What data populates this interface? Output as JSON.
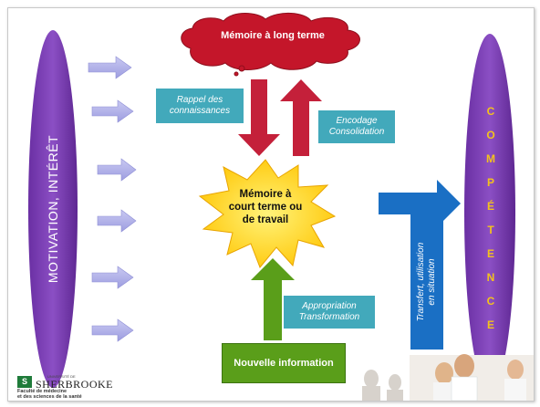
{
  "cloud": {
    "label": "Mémoire à long terme"
  },
  "star": {
    "line1": "Mémoire à",
    "line2": "court terme ou",
    "line3": "de travail"
  },
  "rappel": {
    "line1": "Rappel des",
    "line2": "connaissances"
  },
  "encodage": {
    "line1": "Encodage",
    "line2": "Consolidation"
  },
  "appropriation": {
    "line1": "Appropriation",
    "line2": "Transformation"
  },
  "nouvelle": {
    "label": "Nouvelle information"
  },
  "transfert": {
    "line1": "Transfert, utilisation",
    "line2": "en situation"
  },
  "motivation": {
    "label": "MOTIVATION, INTÉRÊT"
  },
  "competence": {
    "letters": [
      "C",
      "O",
      "M",
      "P",
      "É",
      "T",
      "E",
      "N",
      "C",
      "E"
    ]
  },
  "logo": {
    "university_pre": "UNIVERSITÉ DE",
    "university": "SHERBROOKE",
    "mark": "S",
    "faculty_line1": "Faculté de médecine",
    "faculty_line2": "et des sciences de la santé"
  },
  "colors": {
    "oval": "#7a3fb0",
    "cloud": "#c4162a",
    "down_arrow": "#c4203a",
    "star": "#ffd21e",
    "teal_box": "#42a9bb",
    "green": "#5a9e1a",
    "blue": "#1a6fc4",
    "lavender_arrow": "#b3b3e8"
  }
}
